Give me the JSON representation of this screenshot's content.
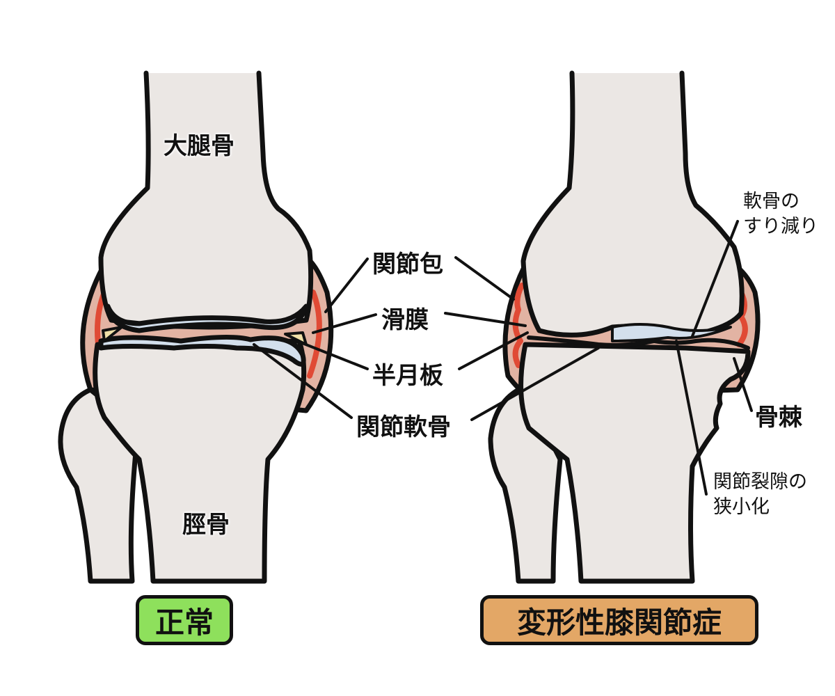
{
  "colors": {
    "bone": "#ebe7e4",
    "capsule": "#e2b3a3",
    "synovium": "#e04a35",
    "cartilage": "#d3dfec",
    "meniscus": "#f0e0a8",
    "normal_badge": "#8ee05c",
    "oa_badge": "#e3a766",
    "outline": "#111111"
  },
  "normal": {
    "badge": "正常",
    "labels": {
      "femur": "大腿骨",
      "tibia": "脛骨"
    }
  },
  "shared_labels": {
    "capsule": "関節包",
    "synovium": "滑膜",
    "meniscus": "半月板",
    "cartilage": "関節軟骨"
  },
  "oa": {
    "badge": "変形性膝関節症",
    "labels": {
      "cartilage_wear_1": "軟骨の",
      "cartilage_wear_2": "すり減り",
      "osteophyte": "骨棘",
      "joint_space_1": "関節裂隙の",
      "joint_space_2": "狭小化"
    }
  }
}
